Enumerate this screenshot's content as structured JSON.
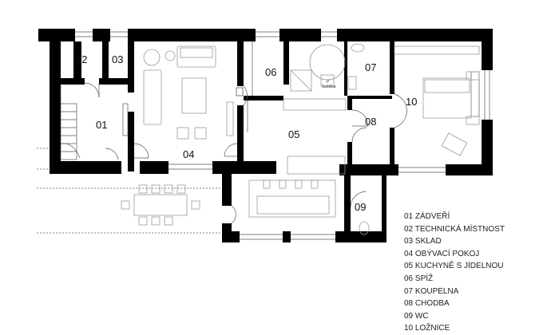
{
  "rooms": {
    "r01": "01",
    "r02": "02",
    "r03": "03",
    "r04": "04",
    "r05": "05",
    "r06": "06",
    "r07": "07",
    "r08": "08",
    "r09": "09",
    "r10": "10"
  },
  "fixture_labels": {
    "dryer_top": "P",
    "dryer_bottom": "Sušička"
  },
  "legend": [
    "01 ZÁDVEŘÍ",
    "02 TECHNICKÁ MÍSTNOST",
    "03 SKLAD",
    "04 OBÝVACÍ POKOJ",
    "05 KUCHYNĚ S JÍDELNOU",
    "06 SPÍŽ",
    "07 KOUPELNA",
    "08 CHODBA",
    "09 WC",
    "10 LOŽNICE"
  ],
  "colors": {
    "wall": "#000000",
    "line": "#555555",
    "furniture": "#9a9a9a"
  }
}
